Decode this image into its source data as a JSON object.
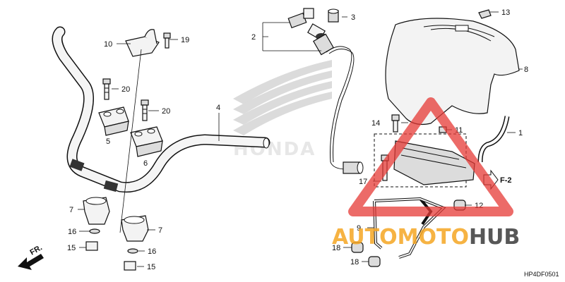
{
  "diagram": {
    "drawing_code": "HP4DF0501",
    "front_indicator": "FR.",
    "ref_arrow": "F-2",
    "callouts": [
      {
        "id": "c1",
        "label": "1"
      },
      {
        "id": "c2",
        "label": "2"
      },
      {
        "id": "c3",
        "label": "3"
      },
      {
        "id": "c4",
        "label": "4"
      },
      {
        "id": "c5",
        "label": "5"
      },
      {
        "id": "c6",
        "label": "6"
      },
      {
        "id": "c7a",
        "label": "7"
      },
      {
        "id": "c7b",
        "label": "7"
      },
      {
        "id": "c8",
        "label": "8"
      },
      {
        "id": "c9",
        "label": "9"
      },
      {
        "id": "c10",
        "label": "10"
      },
      {
        "id": "c11",
        "label": "11"
      },
      {
        "id": "c12",
        "label": "12"
      },
      {
        "id": "c13",
        "label": "13"
      },
      {
        "id": "c14",
        "label": "14"
      },
      {
        "id": "c15a",
        "label": "15"
      },
      {
        "id": "c15b",
        "label": "15"
      },
      {
        "id": "c16a",
        "label": "16"
      },
      {
        "id": "c16b",
        "label": "16"
      },
      {
        "id": "c17",
        "label": "17"
      },
      {
        "id": "c18a",
        "label": "18"
      },
      {
        "id": "c18b",
        "label": "18"
      },
      {
        "id": "c19",
        "label": "19"
      },
      {
        "id": "c20a",
        "label": "20"
      },
      {
        "id": "c20b",
        "label": "20"
      }
    ]
  },
  "watermark": {
    "part1": "AUTO",
    "part2": "MOTO",
    "part3": "HUB",
    "color_orange": "#f5a623",
    "color_dark": "#3a3a3a",
    "triangle_color": "#e53935"
  },
  "background_logo": "HONDA"
}
